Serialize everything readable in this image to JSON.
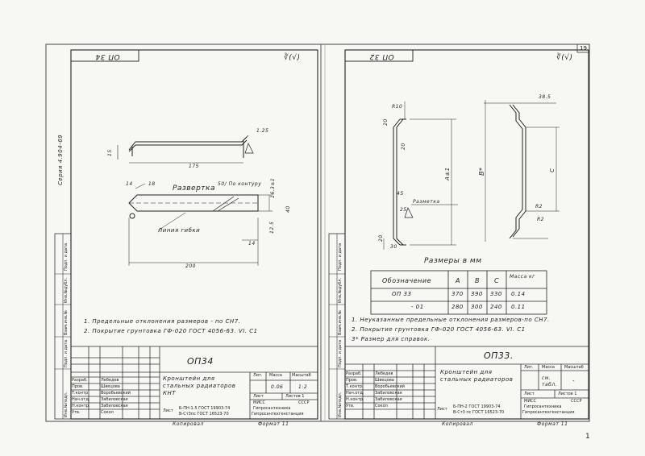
{
  "page_number": "19",
  "series_label": "Серия 4.904-69",
  "left": {
    "designation_top": "ОП 34",
    "roughness": "∛(√)",
    "dims": {
      "length": "175",
      "height": "15",
      "thick": "1.25",
      "razv_len": "200",
      "w40": "40",
      "w14a": "14",
      "w14b": "14",
      "r1": "18",
      "dim_125": "12.5",
      "dim_163": "16.3±1"
    },
    "razvertka_label": "Развертка",
    "po_konturu": "50/ По контуру",
    "liniya_gibki": "Линия гибки",
    "notes": [
      "1. Предельные отклонения размеров - по СН7.",
      "2. Покрытие грунтовка ГФ-020 ГОСТ 4056-63. VI. С1"
    ],
    "stamp": {
      "code": "ОП34",
      "title": "Кронштейн для стальных радиаторов КНТ",
      "lit_header": "Лит.",
      "mass_header": "Масса",
      "scale_header": "Масштаб",
      "mass": "0.06",
      "scale": "1:2",
      "sheet": "Лист",
      "sheets": "Листов 1",
      "material": "Б-ПН-1.5 ГОСТ 19903-74",
      "material2": "В-Ст3пс ГОСТ 16523-70",
      "org1": "МИСС",
      "org2": "СССР",
      "org3": "Гипросантехника",
      "org4": "Гипросантехгенстанция",
      "roles": [
        "Разраб.",
        "Пров.",
        "Т.контр.",
        "Нач.отд.",
        "Н.контр.",
        "Утв."
      ],
      "names": [
        "Лебедев",
        "Швецова",
        "Воробьевский",
        "Забиловская",
        "Забиловская",
        "Сокол"
      ],
      "kopiroval": "Копировал",
      "format": "Формат 11"
    },
    "side_labels": [
      "Инв.№подл.",
      "Подп. и дата",
      "Взам.инв.№",
      "Инв.№дубл.",
      "Подп. и дата"
    ]
  },
  "right": {
    "designation_top": "ОП 32",
    "roughness": "∛(√)",
    "dims": {
      "r10": "R10",
      "d385": "38.5",
      "d20a": "20",
      "d20b": "20",
      "a": "А±1",
      "b": "В*",
      "c": "С",
      "r2a": "R2",
      "r2b": "R2",
      "d30": "30",
      "d20c": "20",
      "d25": "25",
      "d45": "45"
    },
    "razvertka_label": "Разметка",
    "sizes_caption": "Размеры в мм",
    "table": {
      "headers": [
        "Обозначение",
        "А",
        "В",
        "С",
        "Масса кг"
      ],
      "rows": [
        [
          "ОП 33",
          "370",
          "390",
          "330",
          "0.14"
        ],
        [
          "- 01",
          "280",
          "300",
          "240",
          "0.11"
        ]
      ]
    },
    "notes": [
      "1. Неуказанные предельные отклонения размеров-по СН7.",
      "2. Покрытие грунтовка ГФ-020 ГОСТ 4056-63. VI. С1",
      "3* Размер для справок."
    ],
    "stamp": {
      "code": "ОП33.",
      "title": "Кронштейн для стальных радиаторов",
      "lit_header": "Лит.",
      "mass_header": "Масса",
      "scale_header": "Масштаб",
      "mass": "см. табл.",
      "scale": "-",
      "sheet": "Лист",
      "sheets": "Листов 1",
      "material": "Б-ПН-2 ГОСТ 19903-74",
      "material2": "В-Ст3 пс ГОСТ 16523-70",
      "org1": "МИСС",
      "org2": "СССР",
      "org3": "Гипросантехника",
      "org4": "Гипросантехгенстанция",
      "roles": [
        "Разраб.",
        "Пров.",
        "Т.контр.",
        "Нач.отд.",
        "Н.контр.",
        "Утв."
      ],
      "names": [
        "Лебедев",
        "Швецова",
        "Воробьевский",
        "Забиловская",
        "Забиловская",
        "Сокол"
      ],
      "kopiroval": "Копировал",
      "format": "Формат 11"
    },
    "side_labels": [
      "Инв.№подл.",
      "Подп. и дата",
      "Взам.инв.№",
      "Инв.№дубл.",
      "Подп. и дата"
    ]
  },
  "footer_mark": "1"
}
